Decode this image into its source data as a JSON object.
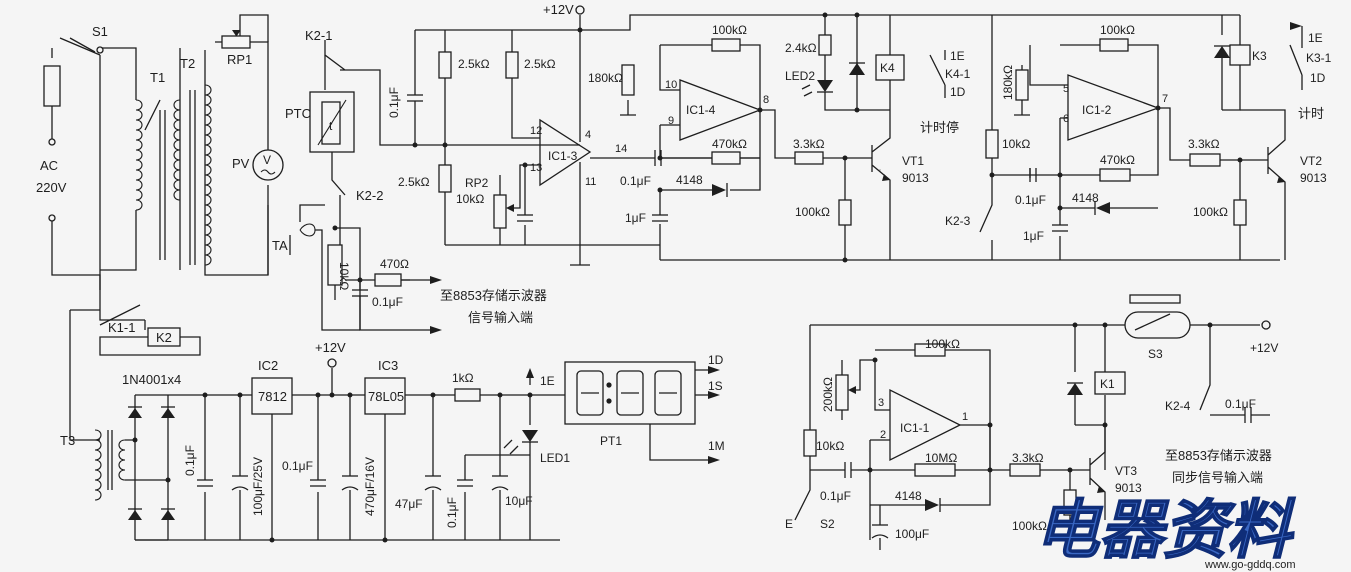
{
  "colors": {
    "ink": "#1e1e1e",
    "background": "#f5f5f5",
    "watermark_fill": "#3a68c4",
    "watermark_stroke": "#0f2d78"
  },
  "labels": {
    "s1": "S1",
    "t1": "T1",
    "t2": "T2",
    "rp1": "RP1",
    "k2_1": "K2-1",
    "ac": "AC",
    "v220": "220V",
    "ptc": "PTC",
    "t_sym": "t",
    "pv": "PV",
    "v_sym": "V",
    "k2_2": "K2-2",
    "ta": "TA",
    "k1_1": "K1-1",
    "k2": "K2",
    "t3": "T3",
    "diodes": "1N4001x4",
    "ic2": "IC2",
    "ic2_part": "7812",
    "ic3": "IC3",
    "ic3_part": "78L05",
    "p12v_mid": "+12V",
    "c_ic2_in": "0.1μF",
    "c_ic2_bulk": "100μF/25V",
    "c_ic2_out": "0.1μF",
    "c_ic3_bulk": "470μF/16V",
    "c_47": "47μF",
    "c_ic3_out": "0.1μF",
    "c_10": "10μF",
    "r_1k": "1kΩ",
    "e1": "1E",
    "led1": "LED1",
    "pt1": "PT1",
    "out_1d": "1D",
    "out_1s": "1S",
    "out_1m": "1M",
    "r_10k_ta": "10kΩ",
    "r_470": "470Ω",
    "c_ta": "0.1μF",
    "scope_input": "至8853存储示波器",
    "scope_input2": "信号输入端",
    "c_in": "0.1μF",
    "r_25a": "2.5kΩ",
    "r_25b": "2.5kΩ",
    "r_25c": "2.5kΩ",
    "rp2": "RP2",
    "rp2_val": "10kΩ",
    "p12v_top": "+12V",
    "ic1_3": "IC1-3",
    "pin12": "12",
    "pin13": "13",
    "pin4": "4",
    "pin11": "11",
    "pin14": "14",
    "c_coupling": "0.1μF",
    "c_1u_a": "1μF",
    "r_180k_a": "180kΩ",
    "r_100k_a": "100kΩ",
    "pin10": "10",
    "pin9": "9",
    "pin8": "8",
    "ic1_4": "IC1-4",
    "r_470k_a": "470kΩ",
    "d_4148_a": "4148",
    "r_24k": "2.4kΩ",
    "led2": "LED2",
    "k4": "K4",
    "k4_e": "1E",
    "k4_1": "K4-1",
    "k4_d": "1D",
    "stop_timer": "计时停",
    "r_33k_a": "3.3kΩ",
    "r_100k_b": "100kΩ",
    "vt1": "VT1",
    "vt1_part": "9013",
    "r_180k_b": "180kΩ",
    "r_10k_b": "10kΩ",
    "r_100k_c": "100kΩ",
    "pin5": "5",
    "pin6": "6",
    "pin7": "7",
    "ic1_2": "IC1-2",
    "c_01_b": "0.1μF",
    "r_470k_b": "470kΩ",
    "d_4148_b": "4148",
    "k2_3": "K2-3",
    "c_1u_b": "1μF",
    "k3": "K3",
    "k3_e": "1E",
    "k3_1": "K3-1",
    "k3_d": "1D",
    "timer": "计时",
    "r_33k_b": "3.3kΩ",
    "r_100k_d": "100kΩ",
    "vt2": "VT2",
    "vt2_part": "9013",
    "r_200k": "200kΩ",
    "r_100k_e": "100kΩ",
    "pin3": "3",
    "pin2": "2",
    "pin1": "1",
    "ic1_1": "IC1-1",
    "r_10k_c": "10kΩ",
    "c_01_c": "0.1μF",
    "r_10m": "10MΩ",
    "d_4148_c": "4148",
    "e_label": "E",
    "s2": "S2",
    "c_100u": "100μF",
    "r_33k_c": "3.3kΩ",
    "r_100k_f": "100kΩ",
    "vt3": "VT3",
    "vt3_part": "9013",
    "s3": "S3",
    "k1": "K1",
    "p12v_right": "+12V",
    "k2_4": "K2-4",
    "c_k2_4": "0.1μF",
    "scope_sync": "至8853存储示波器",
    "scope_sync2": "同步信号输入端"
  },
  "watermark": {
    "title": "电器资料",
    "url": "www.go-gddq.com"
  }
}
